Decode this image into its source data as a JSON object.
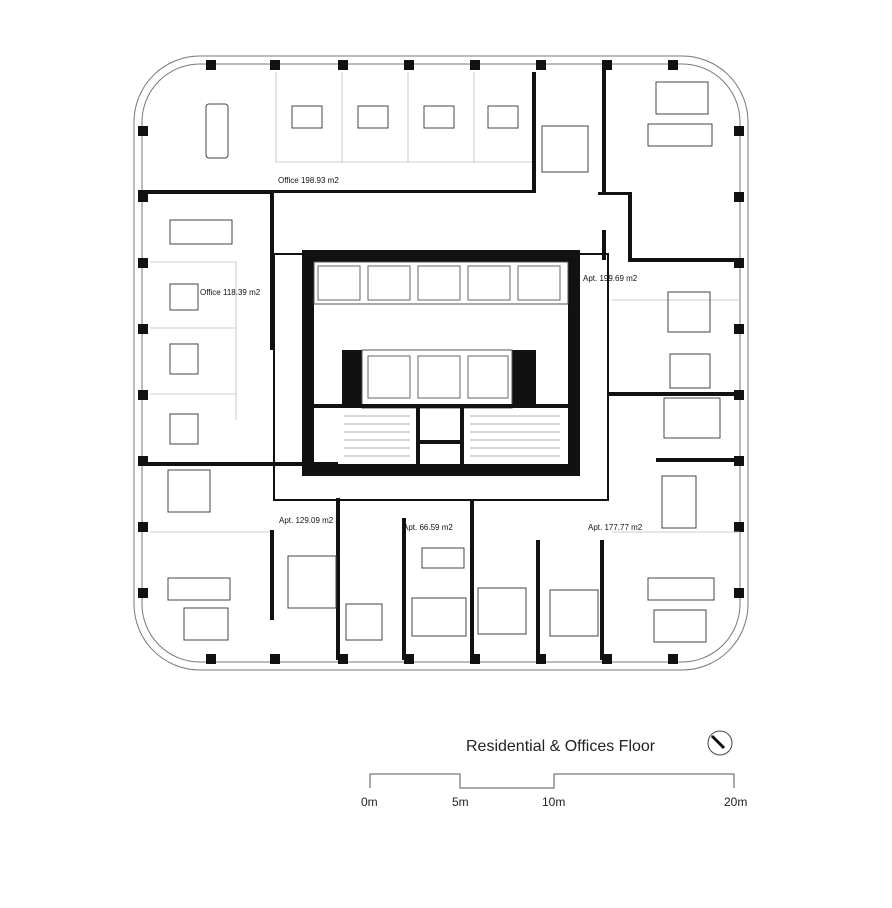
{
  "plan": {
    "title": "Residential & Offices Floor",
    "rooms": [
      {
        "id": "office-198",
        "label": "Office  198.93 m2"
      },
      {
        "id": "office-118",
        "label": "Office  118.39 m2"
      },
      {
        "id": "apt-199",
        "label": "Apt. 199.69 m2"
      },
      {
        "id": "apt-129",
        "label": "Apt. 129.09 m2"
      },
      {
        "id": "apt-66",
        "label": "Apt. 66.59 m2"
      },
      {
        "id": "apt-177",
        "label": "Apt. 177.77 m2"
      }
    ]
  },
  "scale_bar": {
    "ticks": [
      "0m",
      "5m",
      "10m",
      "20m"
    ]
  },
  "icons": {
    "north": "north-arrow-icon"
  }
}
